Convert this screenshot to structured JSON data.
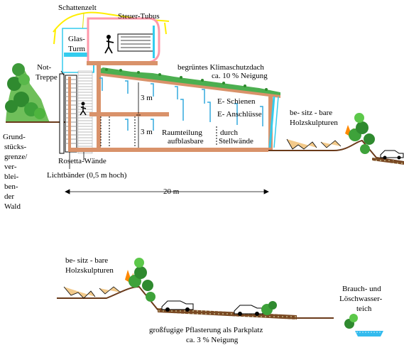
{
  "labels": {
    "schattenzelt": "Schattenzelt",
    "steuer_tubus": "Steuer-Tubus",
    "glas_turm_1": "Glas-",
    "glas_turm_2": "Turm",
    "not_treppe_1": "Not-",
    "not_treppe_2": "Treppe",
    "klimaschutzdach_1": "begrüntes Klimaschutzdach",
    "klimaschutzdach_2": "ca. 10 % Neigung",
    "height_1": "3 m",
    "height_2": "3 m",
    "e_schienen": "E- Schienen",
    "e_anschluesse": "E- Anschlüsse",
    "raumteilung_1": "Raumteilung",
    "raumteilung_2": "durch",
    "raumteilung_3": "aufblasbare",
    "raumteilung_4": "Stellwände",
    "sitzbar_1": "be- sitz - bare",
    "sitzbar_2": "Holzskulpturen",
    "rosetta": "Rosetta-Wände",
    "lichtbaender": "Lichtbänder (0,5 m hoch)",
    "grenze": [
      "Grund-",
      "stücks-",
      "grenze/",
      "ver-",
      "blei-",
      "ben-",
      "der",
      "Wald"
    ],
    "distance": "20 m",
    "sitzbar_lower_1": "be- sitz - bare",
    "sitzbar_lower_2": "Holzskulpturen",
    "teich_1": "Brauch- und",
    "teich_2": "Löschwasser-",
    "teich_3": "teich",
    "pflaster_1": "großfugige Pflasterung als Parkplatz",
    "pflaster_2": "ca. 3 % Neigung"
  },
  "colors": {
    "slab": "#d9926a",
    "slab_edge": "#b8623a",
    "green_roof": "#33aa33",
    "tree_dark": "#1f7a1f",
    "tree_light": "#5cc84a",
    "ground": "#9b5a2e",
    "tubus": "#ff99aa",
    "glass": "#33ccee",
    "water": "#33bbee",
    "sculpture": "#f2c98a",
    "flame": "#ff8800"
  }
}
